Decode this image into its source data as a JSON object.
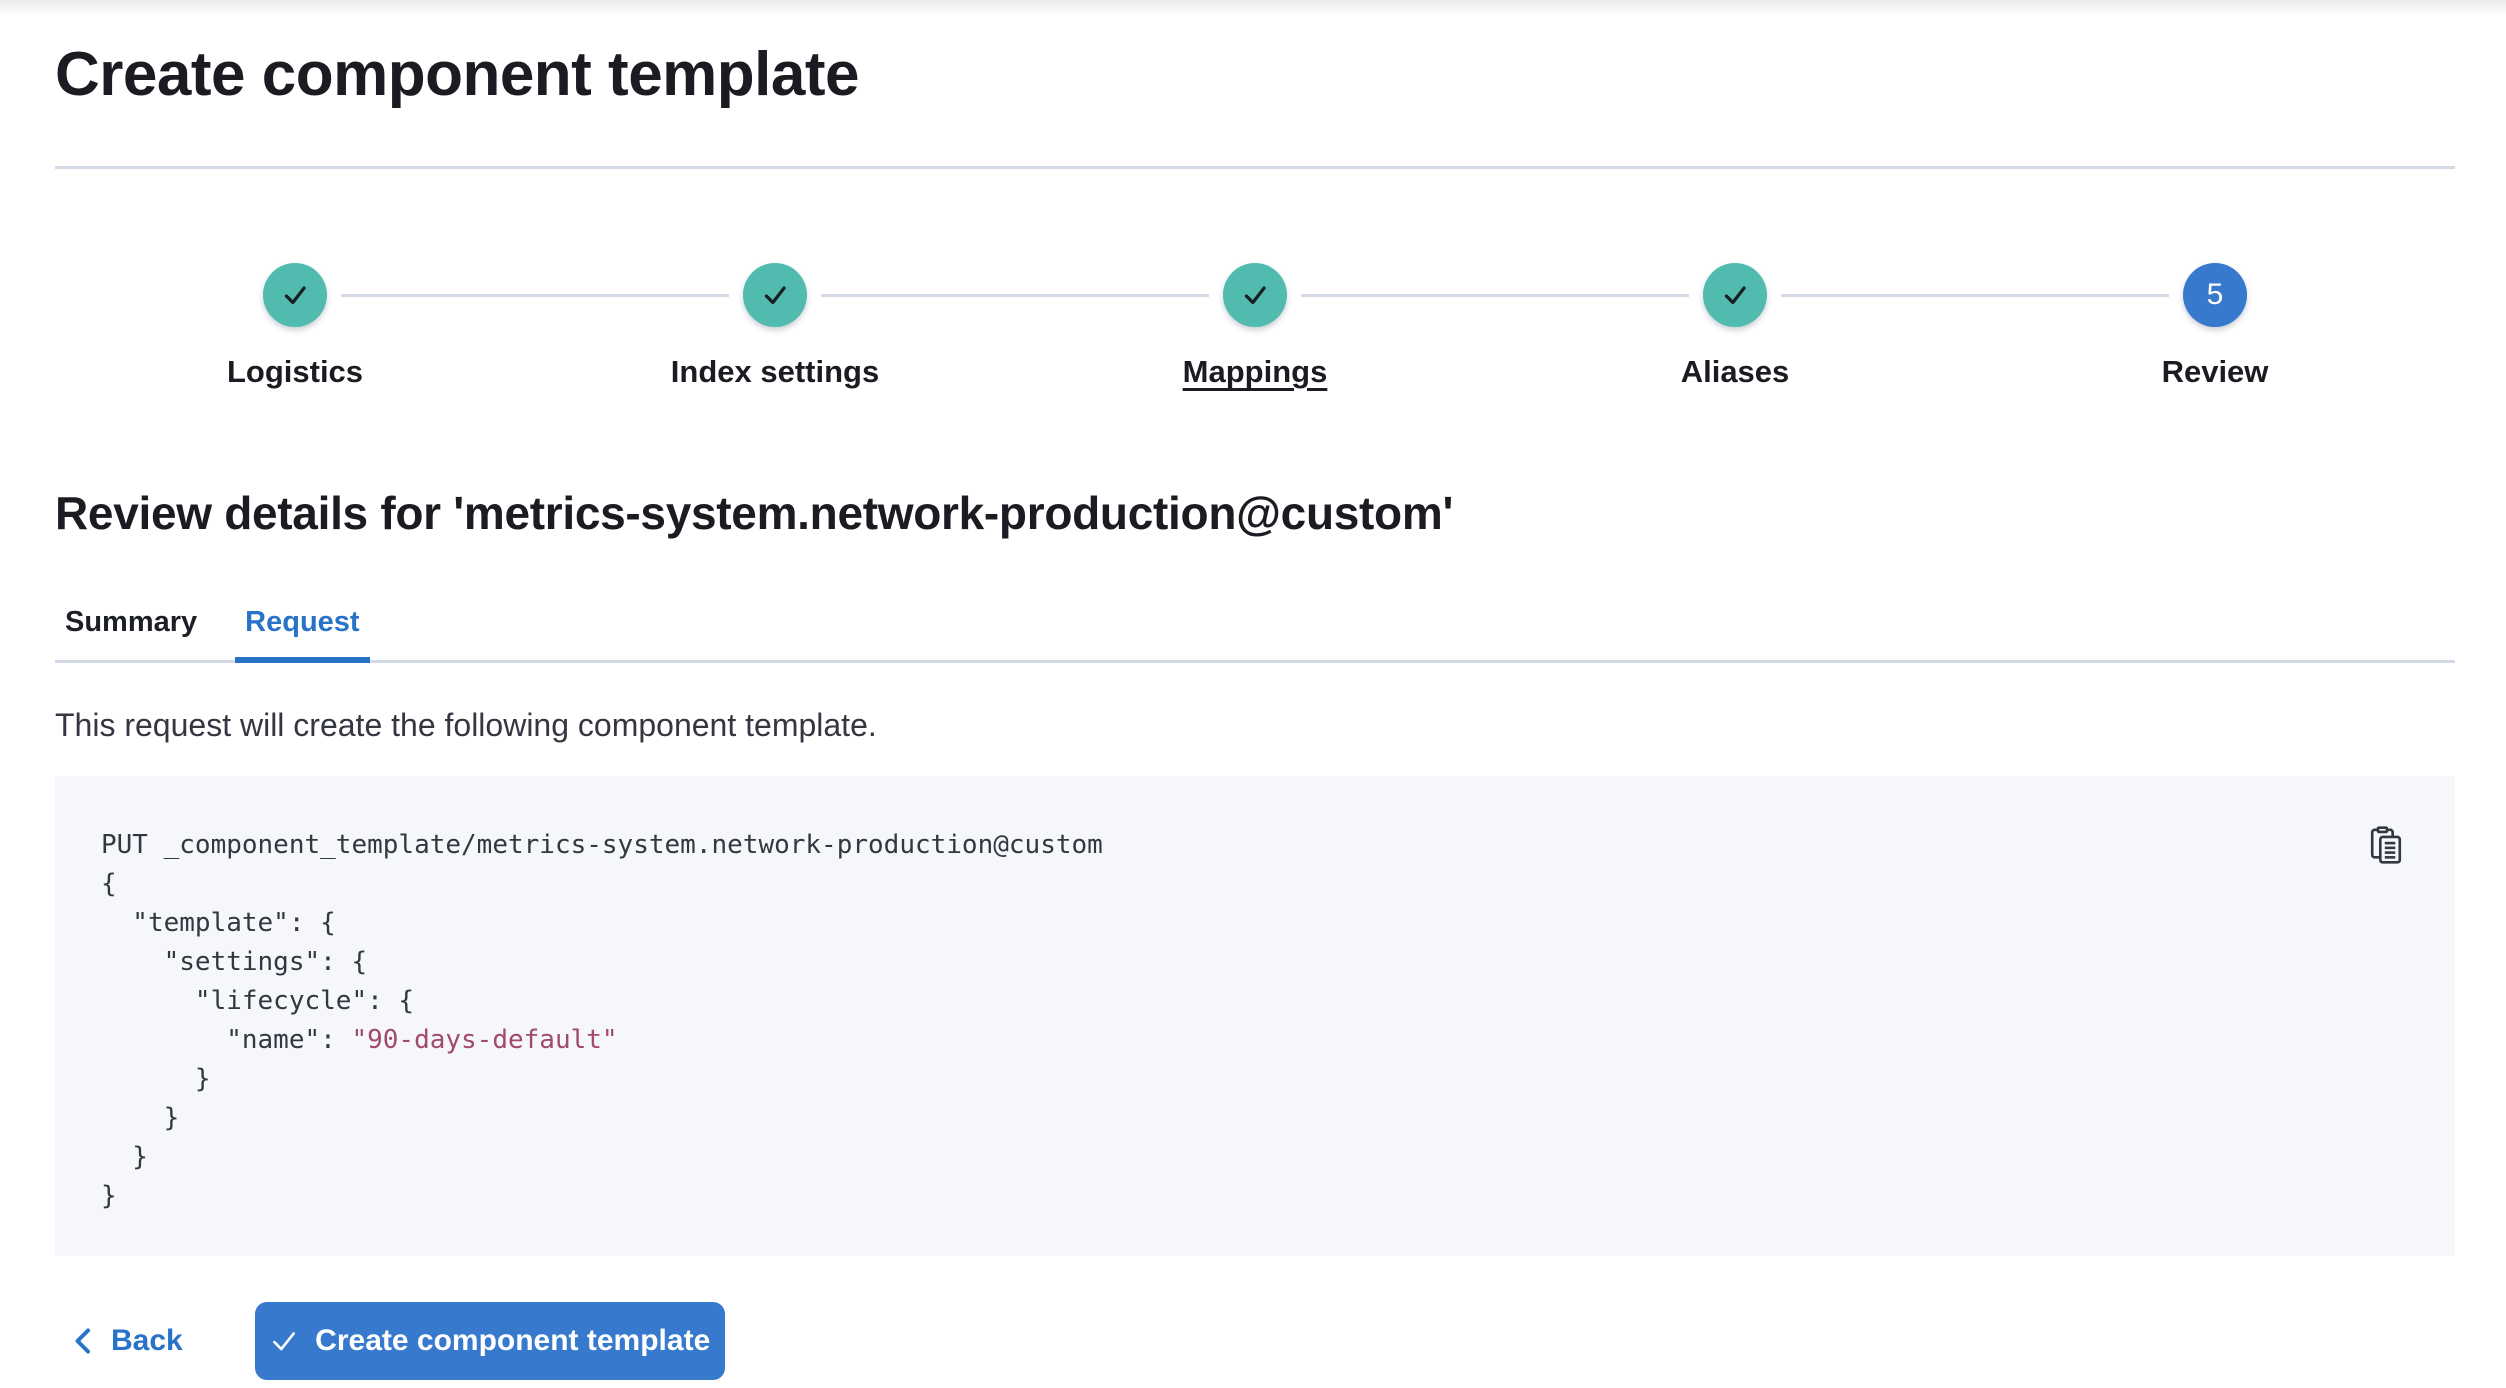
{
  "page": {
    "title": "Create component template"
  },
  "stepper": {
    "steps": [
      {
        "label": "Logistics",
        "status": "complete"
      },
      {
        "label": "Index settings",
        "status": "complete"
      },
      {
        "label": "Mappings",
        "status": "complete",
        "underlined": true
      },
      {
        "label": "Aliases",
        "status": "complete"
      },
      {
        "label": "Review",
        "status": "current",
        "number": "5"
      }
    ]
  },
  "review": {
    "heading": "Review details for 'metrics-system.network-production@custom'",
    "tabs": [
      {
        "label": "Summary",
        "active": false
      },
      {
        "label": "Request",
        "active": true
      }
    ],
    "description": "This request will create the following component template."
  },
  "code_block": {
    "copy_icon": "copy-clipboard-icon",
    "lines": [
      [
        {
          "text": "PUT _component_template/metrics-system.network-production@custom",
          "type": "plain"
        }
      ],
      [
        {
          "text": "{",
          "type": "plain"
        }
      ],
      [
        {
          "text": "  \"template\": {",
          "type": "plain"
        }
      ],
      [
        {
          "text": "    \"settings\": {",
          "type": "plain"
        }
      ],
      [
        {
          "text": "      \"lifecycle\": {",
          "type": "plain"
        }
      ],
      [
        {
          "text": "        \"name\": ",
          "type": "plain"
        },
        {
          "text": "\"90-days-default\"",
          "type": "string"
        }
      ],
      [
        {
          "text": "      }",
          "type": "plain"
        }
      ],
      [
        {
          "text": "    }",
          "type": "plain"
        }
      ],
      [
        {
          "text": "  }",
          "type": "plain"
        }
      ],
      [
        {
          "text": "}",
          "type": "plain"
        }
      ]
    ]
  },
  "footer": {
    "back_label": "Back",
    "create_label": "Create component template"
  },
  "colors": {
    "primary_fill": "#3679CD",
    "primary_text": "#2873C8",
    "success_teal": "#52BBAF",
    "divider": "#D3DAE6",
    "text_dark": "#1A1C21",
    "text_body": "#343741",
    "code_bg": "#F5F7FA",
    "code_string": "#A34A68",
    "check_dark": "#15211F"
  }
}
